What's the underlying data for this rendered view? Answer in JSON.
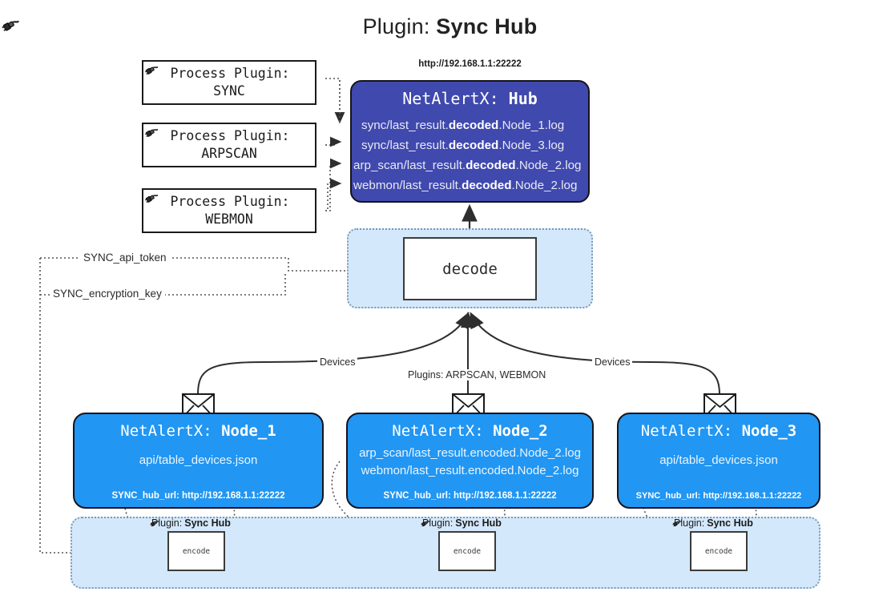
{
  "title": {
    "icon": "plug-icon",
    "prefix": "Plugin:",
    "name": "Sync Hub"
  },
  "process_plugins": [
    {
      "icon": "plug-icon",
      "line1": "Process Plugin:",
      "line2": "SYNC"
    },
    {
      "icon": "plug-icon",
      "line1": "Process Plugin:",
      "line2": "ARPSCAN"
    },
    {
      "icon": "plug-icon",
      "line1": "Process Plugin:",
      "line2": "WEBMON"
    }
  ],
  "hub": {
    "url": "http://192.168.1.1:22222",
    "title_prefix": "NetAlertX:",
    "title_name": "Hub",
    "lines": [
      {
        "pre": "sync/last_result.",
        "em": "decoded",
        "post": ".Node_1.log"
      },
      {
        "pre": "sync/last_result.",
        "em": "decoded",
        "post": ".Node_3.log"
      },
      {
        "pre": "arp_scan/last_result.",
        "em": "decoded",
        "post": ".Node_2.log"
      },
      {
        "pre": "webmon/last_result.",
        "em": "decoded",
        "post": ".Node_2.log"
      }
    ]
  },
  "decode": {
    "label": "decode"
  },
  "tokens": [
    {
      "label": "SYNC_api_token"
    },
    {
      "label": "SYNC_encryption_key"
    }
  ],
  "edge_labels": {
    "devices_left": "Devices",
    "devices_right": "Devices",
    "plugins_center": "Plugins: ARPSCAN, WEBMON"
  },
  "nodes": [
    {
      "title_prefix": "NetAlertX:",
      "title_name": "Node_1",
      "lines": [
        "api/table_devices.json"
      ],
      "hub_url": "SYNC_hub_url: http://192.168.1.1:22222",
      "envelope_icon": "envelope-icon"
    },
    {
      "title_prefix": "NetAlertX:",
      "title_name": "Node_2",
      "lines": [
        "arp_scan/last_result.encoded.Node_2.log",
        "webmon/last_result.encoded.Node_2.log"
      ],
      "hub_url": "SYNC_hub_url: http://192.168.1.1:22222",
      "envelope_icon": "envelope-icon"
    },
    {
      "title_prefix": "NetAlertX:",
      "title_name": "Node_3",
      "lines": [
        "api/table_devices.json"
      ],
      "hub_url": "SYNC_hub_url: http://192.168.1.1:22222",
      "envelope_icon": "envelope-icon"
    }
  ],
  "encoders": [
    {
      "icon": "plug-icon",
      "prefix": "Plugin:",
      "name": "Sync Hub",
      "box_label": "encode"
    },
    {
      "icon": "plug-icon",
      "prefix": "Plugin:",
      "name": "Sync Hub",
      "box_label": "encode"
    },
    {
      "icon": "plug-icon",
      "prefix": "Plugin:",
      "name": "Sync Hub",
      "box_label": "encode"
    }
  ],
  "colors": {
    "hub_fill": "#4049ad",
    "node_fill": "#2196f3",
    "band_fill": "#d4e8fb",
    "band_border": "#7a9ab5",
    "stroke": "#14141c",
    "background": "#ffffff"
  }
}
